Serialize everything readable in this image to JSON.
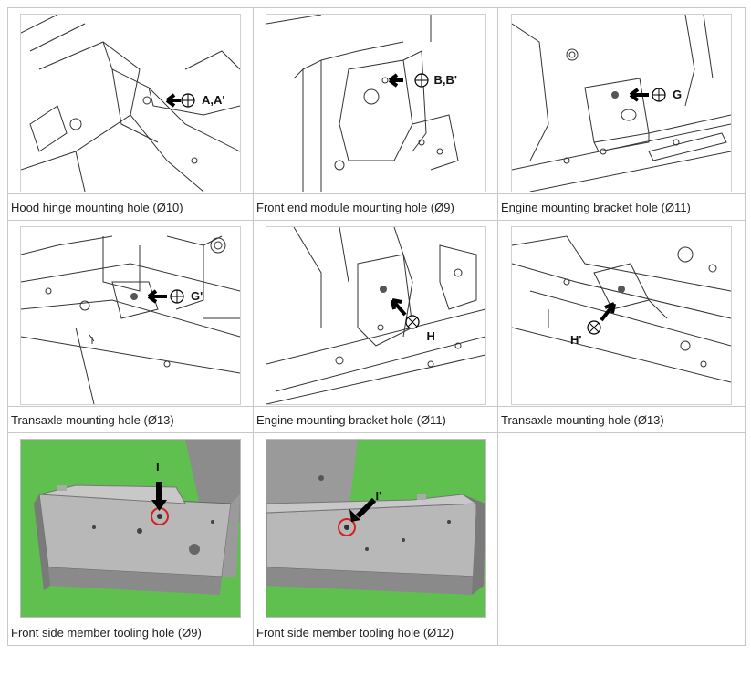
{
  "cells": [
    {
      "caption": "Hood hinge mounting hole (Ø10)",
      "callout": "A,A'",
      "icon": "hood-hinge-drawing"
    },
    {
      "caption": "Front end module mounting hole (Ø9)",
      "callout": "B,B'",
      "icon": "front-end-module-drawing"
    },
    {
      "caption": "Engine mounting bracket hole (Ø11)",
      "callout": "G",
      "icon": "engine-bracket-drawing"
    },
    {
      "caption": "Transaxle mounting hole (Ø13)",
      "callout": "G'",
      "icon": "transaxle-drawing"
    },
    {
      "caption": "Engine mounting bracket hole (Ø11)",
      "callout": "H",
      "icon": "engine-bracket-drawing-2"
    },
    {
      "caption": "Transaxle mounting hole (Ø13)",
      "callout": "H'",
      "icon": "transaxle-drawing-2"
    },
    {
      "caption": "Front side member tooling hole (Ø9)",
      "callout": "I",
      "icon": "side-member-photo"
    },
    {
      "caption": "Front side member tooling hole (Ø12)",
      "callout": "I'",
      "icon": "side-member-photo-2"
    }
  ],
  "colors": {
    "photo_background": "#5fbf4f",
    "highlight_circle": "#d32020",
    "border": "#c8c8c8"
  }
}
